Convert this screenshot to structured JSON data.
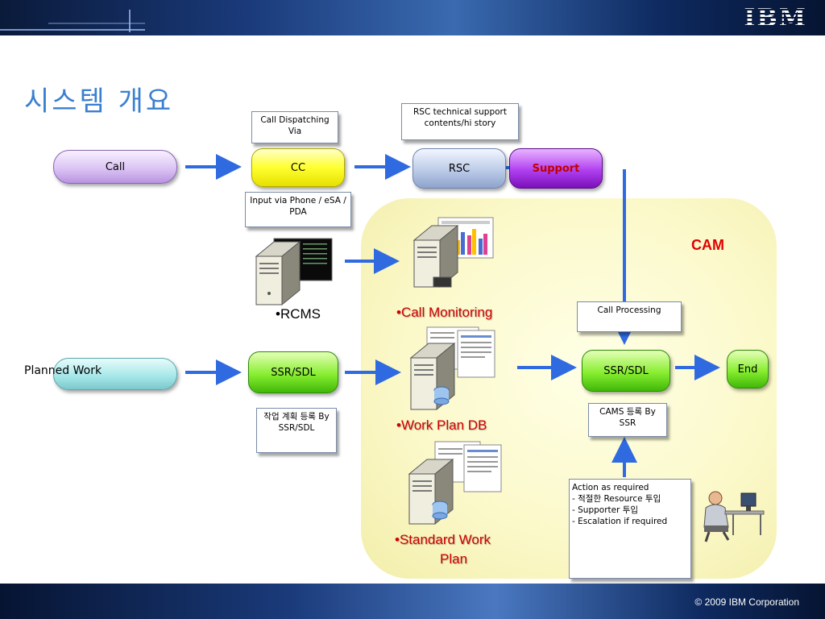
{
  "header": {
    "logo_text": "IBM"
  },
  "title": "시스템 개요",
  "cam_label": "CAM",
  "nodes": {
    "call": "Call",
    "cc": "CC",
    "rsc": "RSC",
    "support": "Support",
    "planned_work": "Planned Work",
    "ssr_left": "SSR/SDL",
    "ssr_right": "SSR/SDL",
    "end": "End"
  },
  "boxes": {
    "call_dispatching": "Call Dispatching Via",
    "input_via_phone": "Input via Phone / eSA / PDA",
    "rsc_support": "RSC technical support contents/hi story",
    "work_plan_reg": "작업 계획 등록 By SSR/SDL",
    "call_processing": "Call Processing",
    "cams_reg": "CAMS 등록 By SSR",
    "action_required": "Action as required\n- 적절한 Resource 투입\n- Supporter 투입\n- Escalation if required"
  },
  "captions": {
    "rcms": "•RCMS",
    "call_monitoring": "•Call Monitoring",
    "work_plan_db": "•Work Plan DB",
    "standard_work_plan_line1": "•Standard Work",
    "standard_work_plan_line2": "Plan"
  },
  "footer": {
    "copyright": "© 2009 IBM Corporation"
  },
  "colors": {
    "title_blue": "#3a7fd0",
    "arrow_blue": "#2f6ae0",
    "cam_red": "#e00000",
    "caption_red": "#d00000",
    "panel_yellow": "#fbf8c8"
  }
}
